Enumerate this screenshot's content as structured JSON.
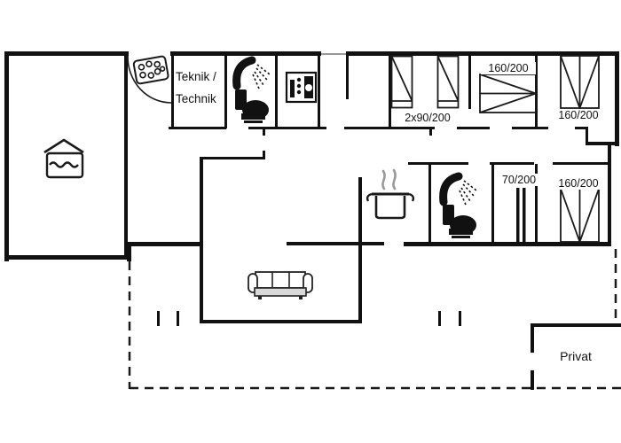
{
  "rooms": {
    "teknik": {
      "line1": "Teknik /",
      "line2": "Technik"
    },
    "privat": {
      "label": "Privat"
    }
  },
  "beds": {
    "twin_top": {
      "size": "2x90/200"
    },
    "double_top": {
      "size": "160/200"
    },
    "double_right": {
      "size": "160/200"
    },
    "bunk": {
      "size": "70/200"
    },
    "double_bottom": {
      "size": "160/200"
    }
  },
  "colors": {
    "wall": "#111111",
    "line": "#1a1a1a",
    "steam": "#999999",
    "background": "#ffffff"
  },
  "icons": [
    "pool-icon",
    "whirlpool-icon",
    "entrance-door-arc-icon",
    "washing-machine-icon",
    "shower-icon",
    "toilet-icon",
    "cooking-pot-icon",
    "steam-icon",
    "sofa-icon"
  ]
}
